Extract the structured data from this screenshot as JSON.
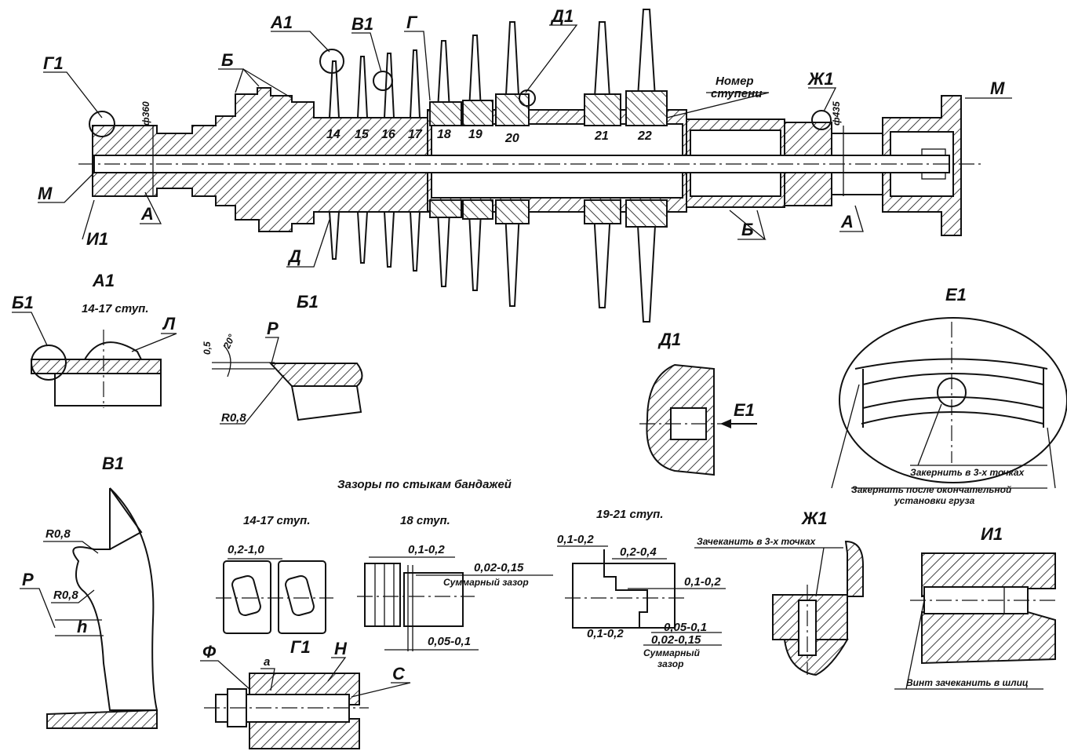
{
  "labels": {
    "G1": "Г1",
    "A1": "А1",
    "V1": "В1",
    "G": "Г",
    "D1": "Д1",
    "ZH1": "Ж1",
    "B": "Б",
    "M": "М",
    "A": "А",
    "I1": "И1",
    "D": "Д",
    "B1": "Б1",
    "E1": "Е1",
    "L": "Л",
    "R": "Р",
    "F": "Ф",
    "N": "Н",
    "S": "С",
    "a": "а",
    "h": "h"
  },
  "dimensions": {
    "d360": "ф360",
    "d435": "ф435",
    "angle20": "20°",
    "dim05": "0,5",
    "r08": "R0,8"
  },
  "stage_numbers": [
    "14",
    "15",
    "16",
    "17",
    "18",
    "19",
    "20",
    "21",
    "22"
  ],
  "captions": {
    "nomer": "Номер",
    "stupeni": "ступени",
    "st14_17": "14-17 ступ.",
    "st18": "18 ступ.",
    "st19_21": "19-21 ступ.",
    "gaps_title": "Зазоры по стыкам бандажей",
    "zakernit3": "Закернить в 3-х точках",
    "zakernit_posle_1": "Закернить после окончательной",
    "zakernit_posle_2": "установки груза",
    "zachekanit3": "Зачеканить в 3-х точках",
    "vint": "Винт зачеканить в шлиц",
    "summ_zazor": "Суммарный зазор",
    "summ_1": "Суммарный",
    "summ_2": "зазор"
  },
  "gaps": {
    "g14_17": "0,2-1,0",
    "g18_a": "0,1-0,2",
    "g18_b": "0,02-0,15",
    "g18_c": "0,05-0,1",
    "g19_a": "0,1-0,2",
    "g19_b": "0,2-0,4",
    "g19_c": "0,1-0,2",
    "g19_d": "0,1-0,2",
    "g19_e": "0,05-0,1",
    "g19_f": "0,02-0,15"
  }
}
